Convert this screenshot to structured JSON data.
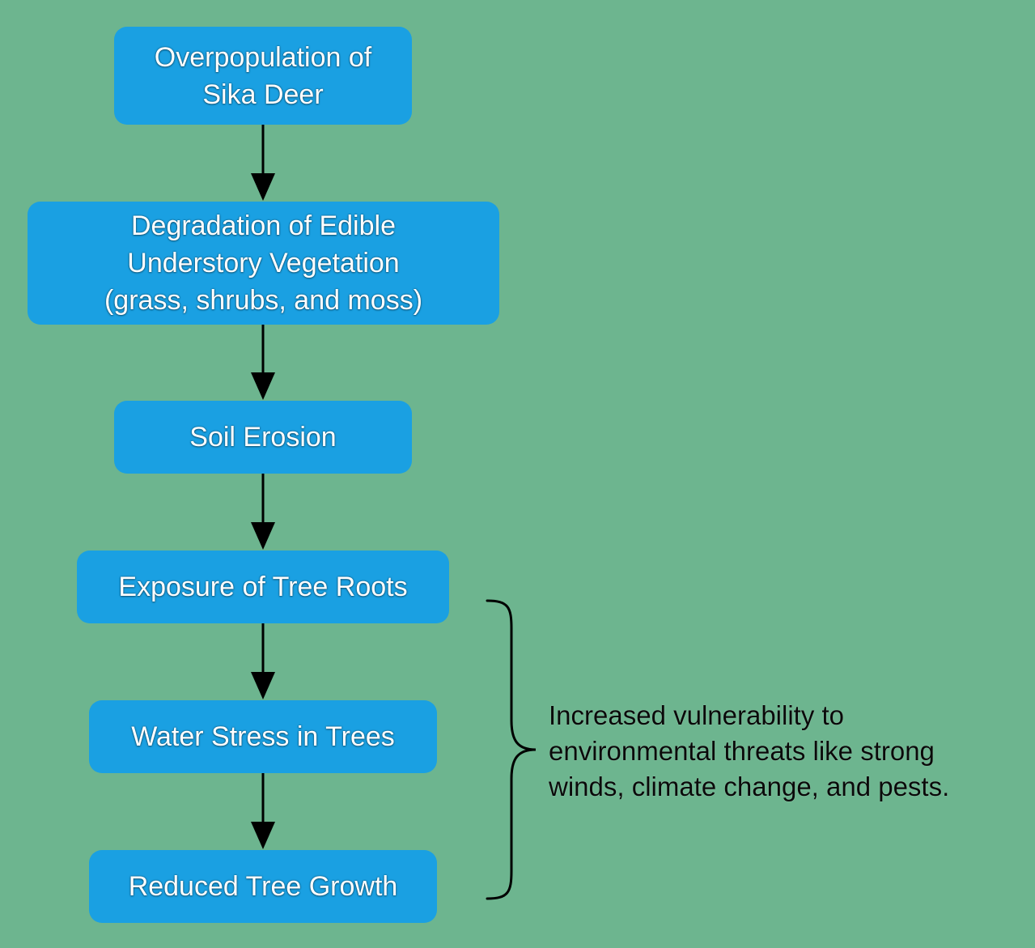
{
  "colors": {
    "background": "#6db58f",
    "node_fill": "#1aa0e2",
    "node_text": "#ffffff",
    "connector": "#000000",
    "note_text": "#0a0a0a"
  },
  "nodes": [
    {
      "id": "n1",
      "label": "Overpopulation of\nSika Deer"
    },
    {
      "id": "n2",
      "label": "Degradation of Edible\nUnderstory Vegetation\n(grass, shrubs, and moss)"
    },
    {
      "id": "n3",
      "label": "Soil Erosion"
    },
    {
      "id": "n4",
      "label": "Exposure of Tree Roots"
    },
    {
      "id": "n5",
      "label": "Water Stress in Trees"
    },
    {
      "id": "n6",
      "label": "Reduced Tree Growth"
    }
  ],
  "edges": [
    {
      "from": "n1",
      "to": "n2"
    },
    {
      "from": "n2",
      "to": "n3"
    },
    {
      "from": "n3",
      "to": "n4"
    },
    {
      "from": "n4",
      "to": "n5"
    },
    {
      "from": "n5",
      "to": "n6"
    }
  ],
  "bracket": {
    "spans": [
      "n4",
      "n6"
    ],
    "note": "Increased vulnerability to\nenvironmental threats like strong\nwinds, climate change, and pests."
  }
}
